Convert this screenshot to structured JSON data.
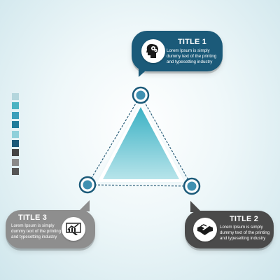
{
  "colors": {
    "node_ring": "#1b5a79",
    "node_fill": "#3f90b1",
    "triangle_top": "#3bb1c4",
    "triangle_bottom": "#b7e4ea",
    "edge": "#2b5f7a"
  },
  "callouts": [
    {
      "title": "TITLE 1",
      "text": "Lorem Ipsum is simply\ndummy text of the printing\nand typesetting industry",
      "icon": "head-gears-icon",
      "color": "#1b5a79"
    },
    {
      "title": "TITLE 2",
      "text": "Lorem Ipsum is simply\ndummy text of the printing\nand typesetting industry",
      "icon": "handshake-icon",
      "color": "#4a4a4a"
    },
    {
      "title": "TITLE 3",
      "text": "Lorem Ipsum is simply\ndummy text of the printing\nand typesetting industry",
      "icon": "growth-chart-icon",
      "color": "#8e8e8e"
    }
  ],
  "palette": [
    "#b4d6dd",
    "#4ab3c2",
    "#3b9fba",
    "#1e7c9a",
    "#8fd0da",
    "#1b5a79",
    "#444444",
    "#8a8a8a",
    "#555555"
  ]
}
